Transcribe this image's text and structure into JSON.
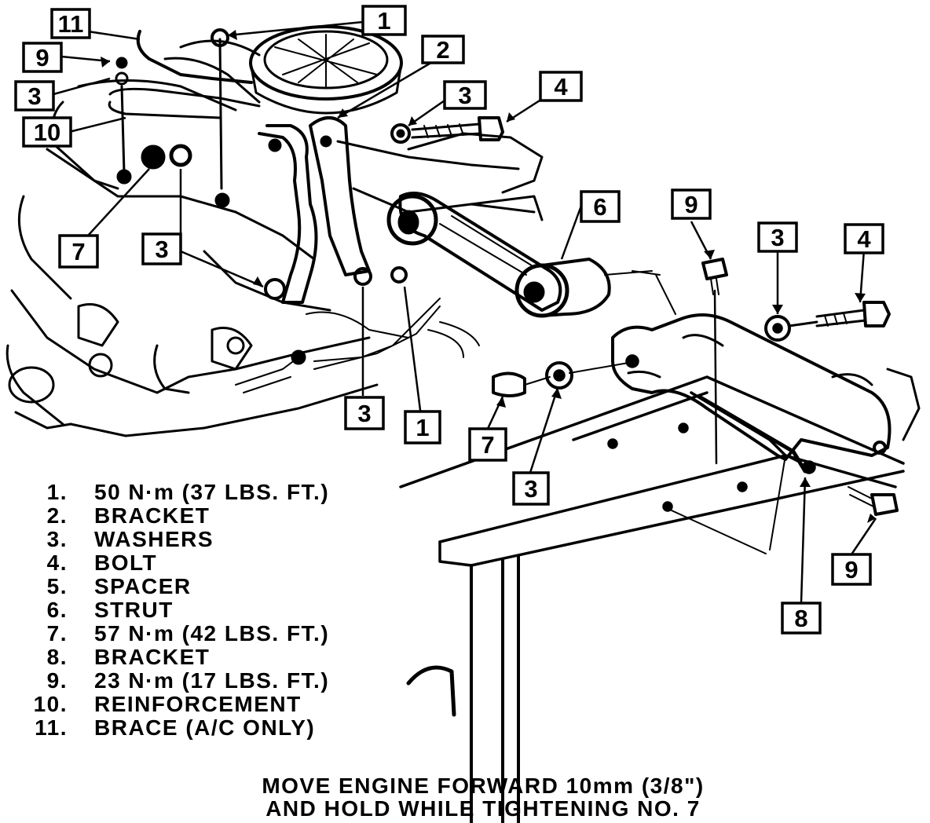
{
  "callouts": [
    {
      "label": "11"
    },
    {
      "label": "1"
    },
    {
      "label": "9"
    },
    {
      "label": "2"
    },
    {
      "label": "3"
    },
    {
      "label": "4"
    },
    {
      "label": "3"
    },
    {
      "label": "10"
    },
    {
      "label": "6"
    },
    {
      "label": "9"
    },
    {
      "label": "3"
    },
    {
      "label": "4"
    },
    {
      "label": "7"
    },
    {
      "label": "3"
    },
    {
      "label": "3"
    },
    {
      "label": "1"
    },
    {
      "label": "7"
    },
    {
      "label": "3"
    },
    {
      "label": "9"
    },
    {
      "label": "8"
    }
  ],
  "legend": [
    {
      "num": "1.",
      "text": "50 N·m (37 LBS. FT.)"
    },
    {
      "num": "2.",
      "text": "BRACKET"
    },
    {
      "num": "3.",
      "text": "WASHERS"
    },
    {
      "num": "4.",
      "text": "BOLT"
    },
    {
      "num": "5.",
      "text": "SPACER"
    },
    {
      "num": "6.",
      "text": "STRUT"
    },
    {
      "num": "7.",
      "text": "57 N·m (42 LBS. FT.)"
    },
    {
      "num": "8.",
      "text": "BRACKET"
    },
    {
      "num": "9.",
      "text": "23 N·m (17 LBS. FT.)"
    },
    {
      "num": "10.",
      "text": "REINFORCEMENT"
    },
    {
      "num": "11.",
      "text": "BRACE (A/C ONLY)"
    }
  ],
  "note": {
    "line1": "MOVE ENGINE FORWARD 10mm (3/8\")",
    "line2": "AND HOLD WHILE TIGHTENING NO. 7"
  }
}
